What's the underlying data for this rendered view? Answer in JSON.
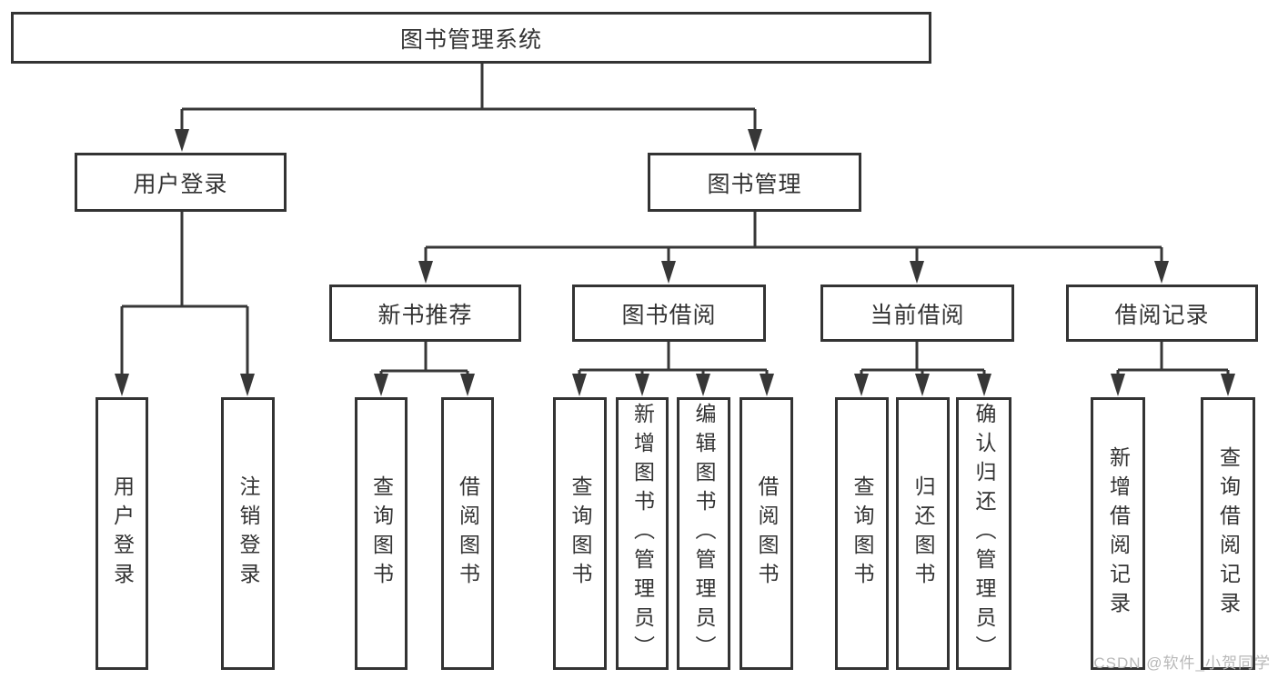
{
  "diagram": {
    "type": "function-structure-tree",
    "line_color": "#373737",
    "text_color": "#333333",
    "background": "#ffffff",
    "tree": {
      "root": "图书管理系统",
      "children": [
        {
          "node": "用户登录",
          "children": [
            "用户登录",
            "注销登录"
          ]
        },
        {
          "node": "图书管理",
          "children": [
            {
              "node": "新书推荐",
              "children": [
                "查询图书",
                "借阅图书"
              ]
            },
            {
              "node": "图书借阅",
              "children": [
                "查询图书",
                "新增图书（管理员）",
                "编辑图书（管理员）",
                "借阅图书"
              ]
            },
            {
              "node": "当前借阅",
              "children": [
                "查询图书",
                "归还图书",
                "确认归还（管理员）"
              ]
            },
            {
              "node": "借阅记录",
              "children": [
                "新增借阅记录",
                "查询借阅记录"
              ]
            }
          ]
        }
      ]
    }
  },
  "nodes": {
    "root": {
      "label": "图书管理系统"
    },
    "user_login": {
      "label": "用户登录"
    },
    "book_mgmt": {
      "label": "图书管理"
    },
    "login": {
      "label": "用户登录"
    },
    "logout": {
      "label": "注销登录"
    },
    "new_books": {
      "label": "新书推荐"
    },
    "borrowing": {
      "label": "图书借阅"
    },
    "current": {
      "label": "当前借阅"
    },
    "records": {
      "label": "借阅记录"
    },
    "nb_query": {
      "label": "查询图书"
    },
    "nb_borrow": {
      "label": "借阅图书"
    },
    "bw_query": {
      "label": "查询图书"
    },
    "bw_add": {
      "label": "新增图书（管理员）"
    },
    "bw_edit": {
      "label": "编辑图书（管理员）"
    },
    "bw_borrow": {
      "label": "借阅图书"
    },
    "cu_query": {
      "label": "查询图书"
    },
    "cu_return": {
      "label": "归还图书"
    },
    "cu_confirm": {
      "label": "确认归还（管理员）"
    },
    "rc_add": {
      "label": "新增借阅记录"
    },
    "rc_query": {
      "label": "查询借阅记录"
    }
  },
  "watermark": {
    "text": "CSDN @软件_小贺同学",
    "color": "#b8b8b8"
  }
}
